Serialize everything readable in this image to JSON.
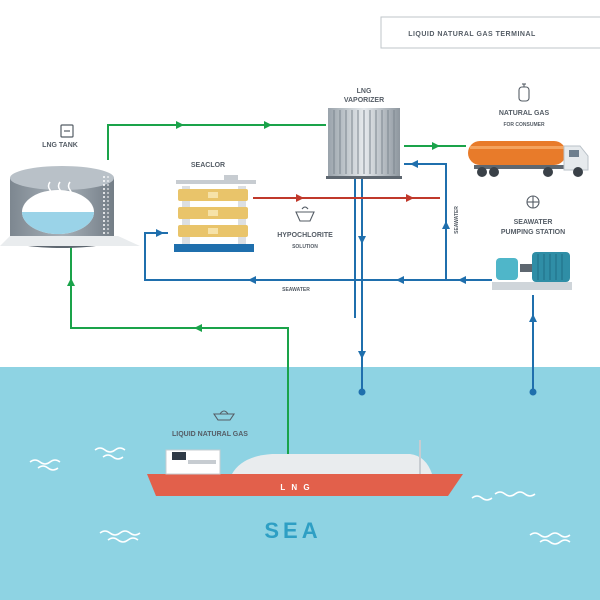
{
  "header": {
    "title": "LIQUID NATURAL GAS TERMINAL"
  },
  "components": {
    "lng_tank": "LNG TANK",
    "seaclor": "SEACLOR",
    "hypochlorite": "HYPOCHLORITE",
    "hypochlorite_sub": "SOLUTION",
    "vaporizer_line1": "LNG",
    "vaporizer_line2": "VAPORIZER",
    "natural_gas": "NATURAL GAS",
    "natural_gas_sub": "FOR CONSUMER",
    "pump_line1": "SEAWATER",
    "pump_line2": "PUMPING STATION",
    "liquid_natural_gas": "LIQUID NATURAL GAS",
    "ship_hull_text": "L N G"
  },
  "flow_labels": {
    "seawater_vertical": "SEAWATER",
    "seawater_horizontal": "SEAWATER"
  },
  "sea_label": "SEA",
  "colors": {
    "gas_line": "#1aa34a",
    "seawater_line": "#1f6fad",
    "hypochlorite_line": "#c0392b",
    "sea": "#8ed3e3",
    "sea_text": "#2e9fc4",
    "hull": "#e2604b",
    "tanker": "#e87b2a",
    "seaclor": "#e9c46a",
    "label": "#555d66"
  },
  "icons": [
    "tank-icon",
    "vaporizer-icon",
    "gas-cylinder-icon",
    "pump-icon",
    "ship-icon",
    "hypochlorite-icon"
  ]
}
